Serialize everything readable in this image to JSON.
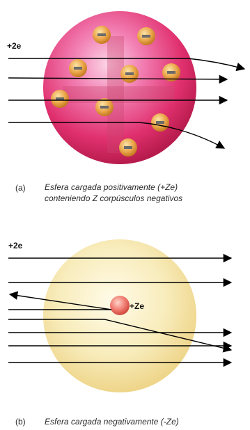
{
  "panel_a": {
    "tag": "(a)",
    "charge_label": "+2e",
    "caption_line1": "Esfera cargada positivamente (+Ze)",
    "caption_line2": "conteniendo Z corpúsculos negativos",
    "sphere_color": "#e0306e",
    "corpuscle_color": "#e6a640"
  },
  "panel_b": {
    "tag": "(b)",
    "charge_label": "+2e",
    "nucleus_label": "+Ze",
    "caption": "Esfera cargada negativamente (-Ze)",
    "sphere_color": "#f6e7a2",
    "nucleus_color": "#f07a70"
  }
}
